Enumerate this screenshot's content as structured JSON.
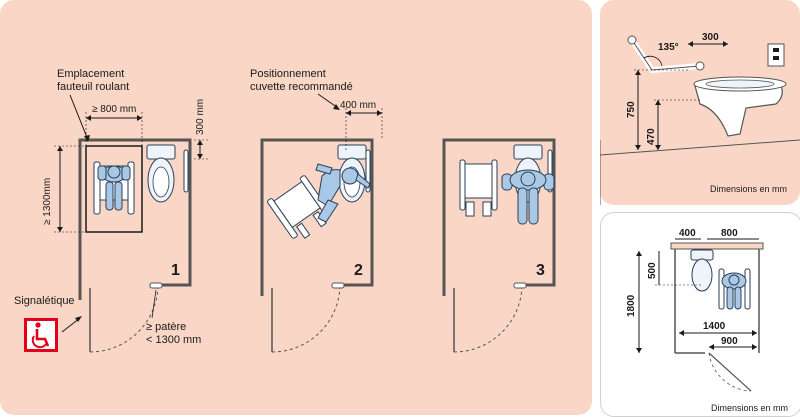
{
  "colors": {
    "panel_bg": "#f9d6c5",
    "wall": "#555555",
    "figure_fill": "#a9c8e6",
    "figure_stroke": "#2a3f57",
    "dim": "#1a1a1a",
    "sign_red": "#e2001a",
    "toilet_fill": "#eef4fa",
    "floor_line": "#555555"
  },
  "icons": [
    "wheelchair-user-icon",
    "wheelchair-sign-icon",
    "toilet-icon",
    "grab-bar-icon",
    "flush-button-icon"
  ],
  "main_panel": {
    "label_wheelchair": [
      "Emplacement",
      "fauteuil roulant"
    ],
    "label_toilet": [
      "Positionnement",
      "cuvette recommandé"
    ],
    "signage_label": "Signalétique",
    "hook_label": [
      "≥ patère",
      "< 1300 mm"
    ],
    "dim_width": "≥ 800 mm",
    "dim_depth": "≥ 1300mm",
    "dim_wall": "300 mm",
    "dim_toilet": "400 mm",
    "step_1": "1",
    "step_2": "2",
    "step_3": "3"
  },
  "elevation_panel": {
    "angle": "135°",
    "dim_bar": "300",
    "dim_height_bar": "750",
    "dim_height_seat": "470",
    "footer": "Dimensions en mm"
  },
  "plan_panel": {
    "dim_toilet_axis": "400",
    "dim_space": "800",
    "dim_toilet_depth": "500",
    "dim_length": "1800",
    "dim_width": "1400",
    "dim_door": "900",
    "footer": "Dimensions en mm"
  }
}
